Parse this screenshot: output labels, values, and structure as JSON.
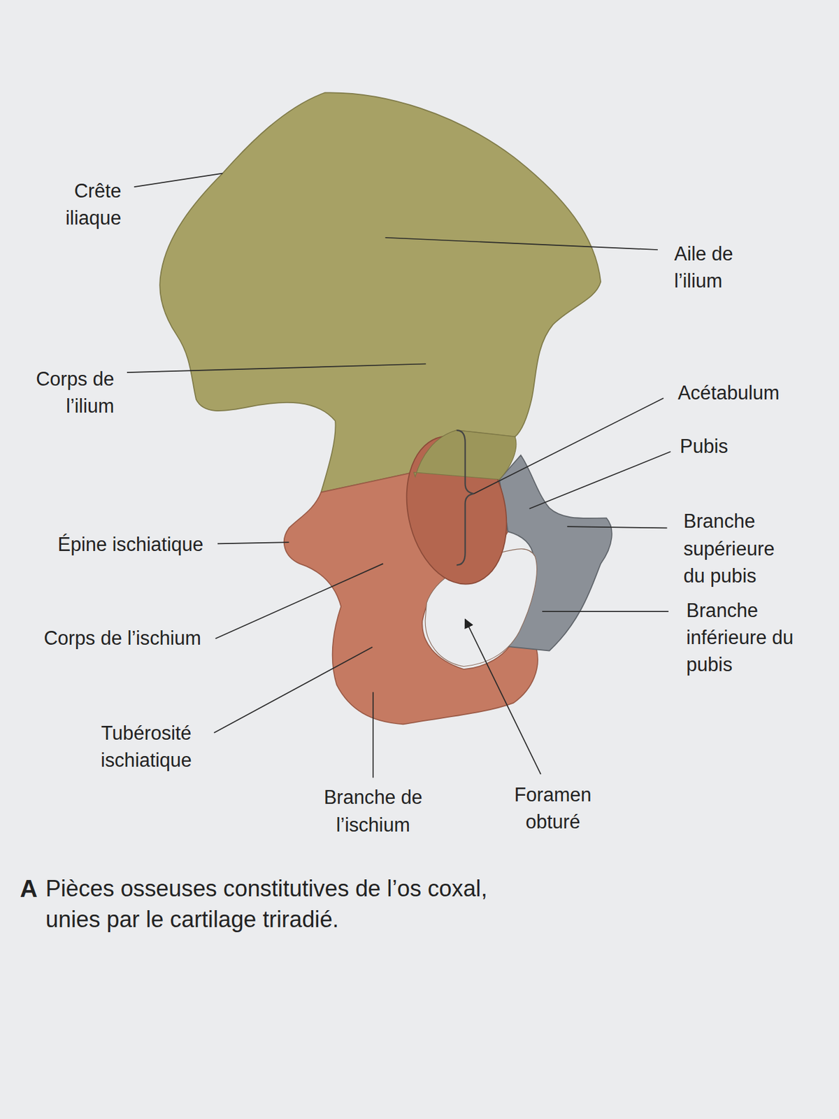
{
  "diagram": {
    "caption": "Pièces osseuses constitutives de l’os coxal, unies par le cartilage triradié.",
    "labels": [
      "Crête iliaque",
      "Aile de l’ilium",
      "Corps de l’ilium",
      "Acétabulum",
      "Pubis",
      "Épine ischiatique",
      "Branche supérieure du pubis",
      "Corps de l’ischium",
      "Branche inférieure du pubis",
      "Tubérosité ischiatique",
      "Branche de l’ischium",
      "Foramen obturé",
      "A"
    ]
  }
}
